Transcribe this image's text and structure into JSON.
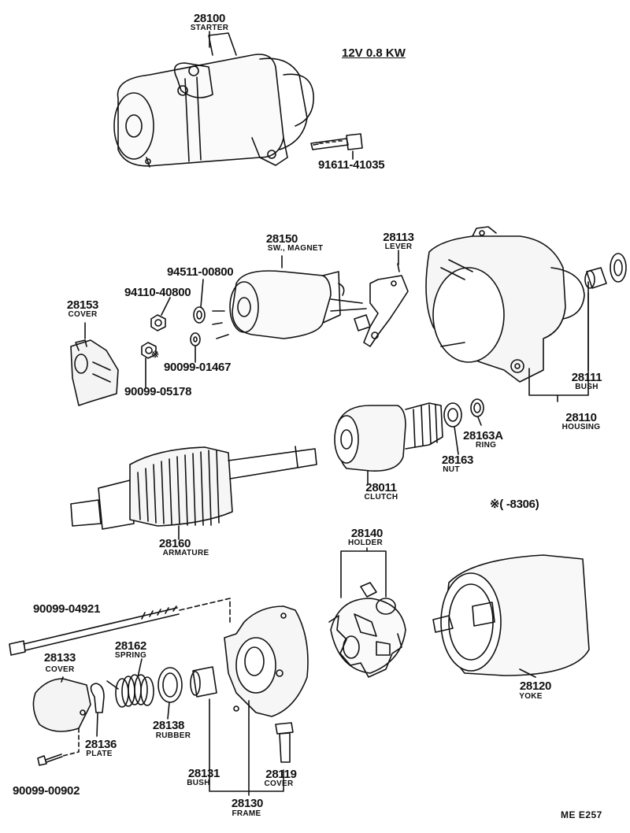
{
  "spec": "12V 0.8 KW",
  "date_note": "※(      -8306)",
  "sheet_ref": "ME  E257",
  "parts": {
    "starter": {
      "number": "28100",
      "name": "STARTER"
    },
    "bolt_41035": {
      "number": "91611-41035"
    },
    "sw_magnet": {
      "number": "28150",
      "name": "SW., MAGNET"
    },
    "lever": {
      "number": "28113",
      "name": "LEVER"
    },
    "washer_00800": {
      "number": "94511-00800"
    },
    "nut_40800": {
      "number": "94110-40800"
    },
    "cover_28153": {
      "number": "28153",
      "name": "COVER"
    },
    "washer_01467": {
      "number": "90099-01467"
    },
    "nut_05178": {
      "number": "90099-05178"
    },
    "bush_28111": {
      "number": "28111",
      "name": "BUSH"
    },
    "housing": {
      "number": "28110",
      "name": "HOUSING"
    },
    "ring": {
      "number": "28163A",
      "name": "RING"
    },
    "nut_28163": {
      "number": "28163",
      "name": "NUT"
    },
    "clutch": {
      "number": "28011",
      "name": "CLUTCH"
    },
    "armature": {
      "number": "28160",
      "name": "ARMATURE"
    },
    "holder": {
      "number": "28140",
      "name": "HOLDER"
    },
    "bolt_04921": {
      "number": "90099-04921"
    },
    "spring": {
      "number": "28162",
      "name": "SPRING"
    },
    "cover_28133": {
      "number": "28133",
      "name": "COVER"
    },
    "rubber": {
      "number": "28138",
      "name": "RUBBER"
    },
    "plate": {
      "number": "28136",
      "name": "PLATE"
    },
    "bush_28131": {
      "number": "28131",
      "name": "BUSH"
    },
    "cover_28119": {
      "number": "28119",
      "name": "COVER"
    },
    "frame": {
      "number": "28130",
      "name": "FRAME"
    },
    "yoke": {
      "number": "28120",
      "name": "YOKE"
    },
    "screw_00902": {
      "number": "90099-00902"
    }
  }
}
